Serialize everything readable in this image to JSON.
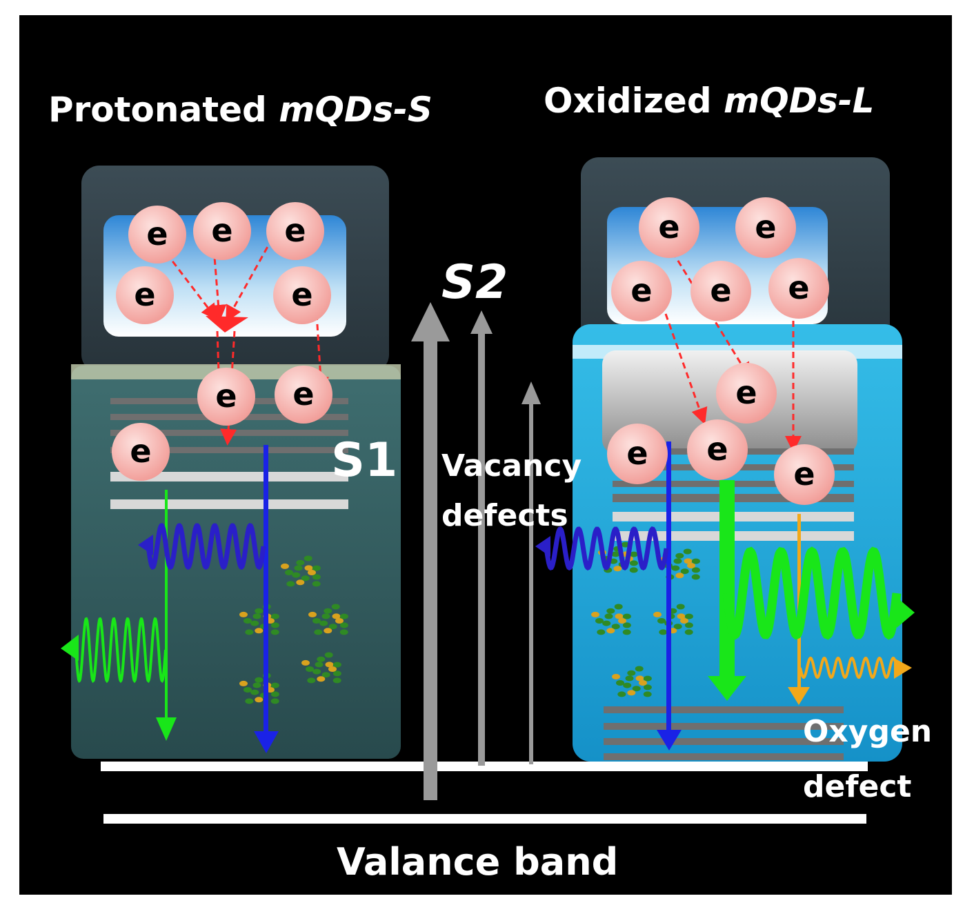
{
  "figure": {
    "left_title": {
      "prefix": "Protonated ",
      "italic": "mQDs-S"
    },
    "right_title": {
      "prefix": "Oxidized ",
      "italic": "mQDs-L"
    },
    "state_s2": "S2",
    "state_s1": "S1",
    "vacancy_line1": "Vacancy",
    "vacancy_line2": "defects",
    "oxygen_line1": "Oxygen",
    "oxygen_line2": "defect",
    "valence_band": "Valance band",
    "electron_symbol": "e"
  },
  "colors": {
    "background": "#000000",
    "left_liquid": "#2f5a5d",
    "right_liquid": "#1fa6d8",
    "electron_fill": "#f4a8a4",
    "transfer_arrow": "#ff2a2a",
    "blue_emission": "#1a22e6",
    "green_emission": "#19e619",
    "orange_emission": "#f2a81a",
    "excitation_arrow": "#9a9a9a"
  }
}
